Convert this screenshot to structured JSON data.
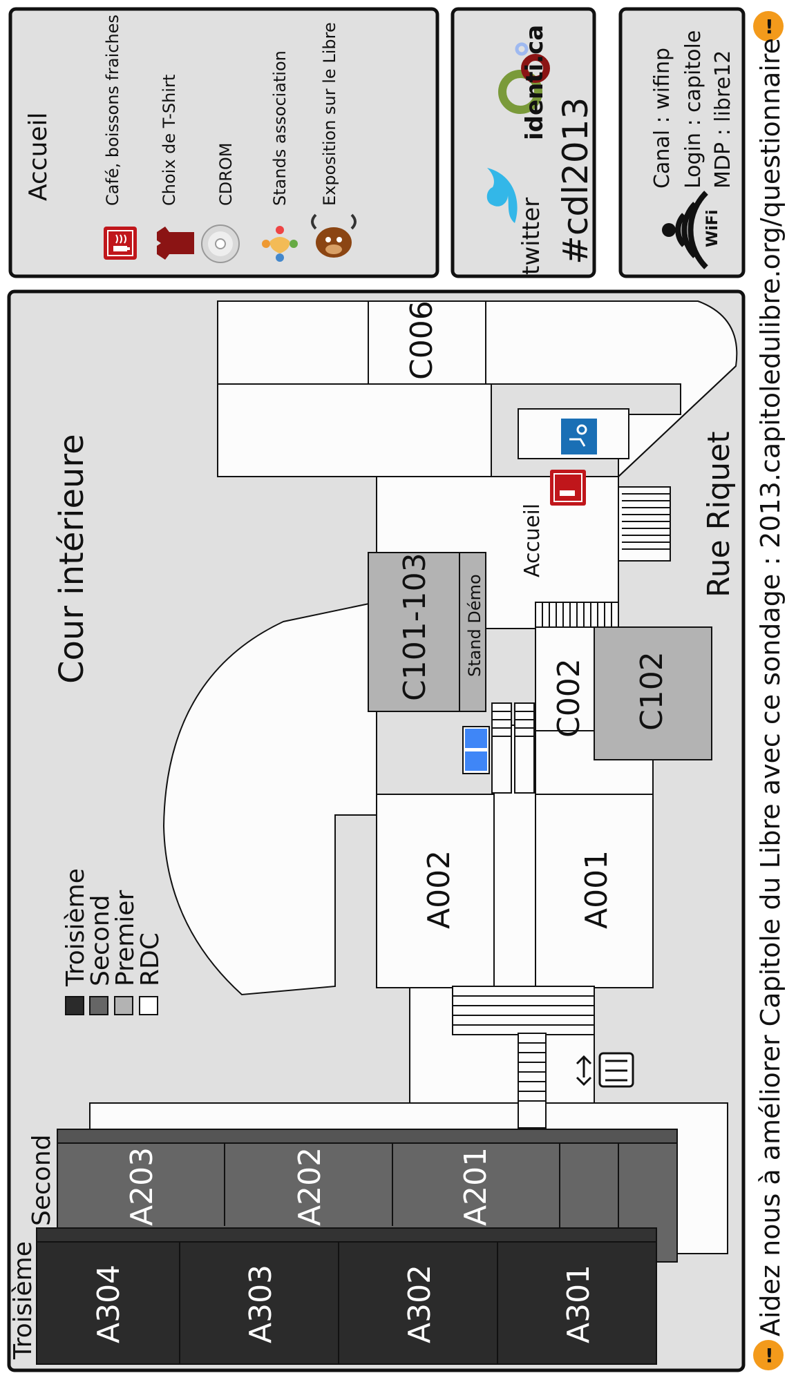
{
  "legend": {
    "title": "Accueil",
    "items": [
      {
        "label": "Café, boissons fraiches",
        "icon": "coffee-icon"
      },
      {
        "label": "Choix de T-Shirt",
        "icon": "tshirt-icon"
      },
      {
        "label": "CDROM",
        "icon": "cdrom-icon"
      },
      {
        "label": "Stands association",
        "icon": "association-icon"
      },
      {
        "label": "Exposition sur le Libre",
        "icon": "gnu-icon"
      }
    ]
  },
  "social": {
    "twitter_label": "twitter",
    "identica_label": "identi.ca",
    "hashtag": "#cdl2013"
  },
  "wifi": {
    "badge": "WiFi",
    "canal": "Canal : wifinp",
    "login": "Login : capitole",
    "mdp": "MDP : libre12"
  },
  "map": {
    "court_label": "Cour intérieure",
    "street_label": "Rue Riquet",
    "accueil_label": "Accueil",
    "stand_label": "Stand Démo",
    "rooms_rdc": [
      "C006",
      "C101-103",
      "C002",
      "C102",
      "A002",
      "A001"
    ],
    "rooms_second": [
      "A203",
      "A202",
      "A201"
    ],
    "rooms_third": [
      "A304",
      "A303",
      "A302",
      "A301"
    ],
    "floor_second_label": "Second",
    "floor_third_label": "Troisième",
    "floor_legend": [
      {
        "label": "Troisième",
        "color": "#2b2b2b"
      },
      {
        "label": "Second",
        "color": "#666666"
      },
      {
        "label": "Premier",
        "color": "#b3b3b3"
      },
      {
        "label": "RDC",
        "color": "#ffffff"
      }
    ]
  },
  "footer": {
    "text": "Aidez nous à améliorer Capitole du Libre avec ce sondage : 2013.capitoledulibre.org/questionnaire"
  },
  "colors": {
    "panel_bg": "#e0e0e0",
    "rdc": "#fcfcfc",
    "premier": "#b3b3b3",
    "second": "#666666",
    "third": "#2b2b2b",
    "accent_blue": "#3f86f7",
    "twitter_blue": "#33b7e8",
    "coffee_red": "#c0161b",
    "warning_orange": "#f39a1b"
  }
}
